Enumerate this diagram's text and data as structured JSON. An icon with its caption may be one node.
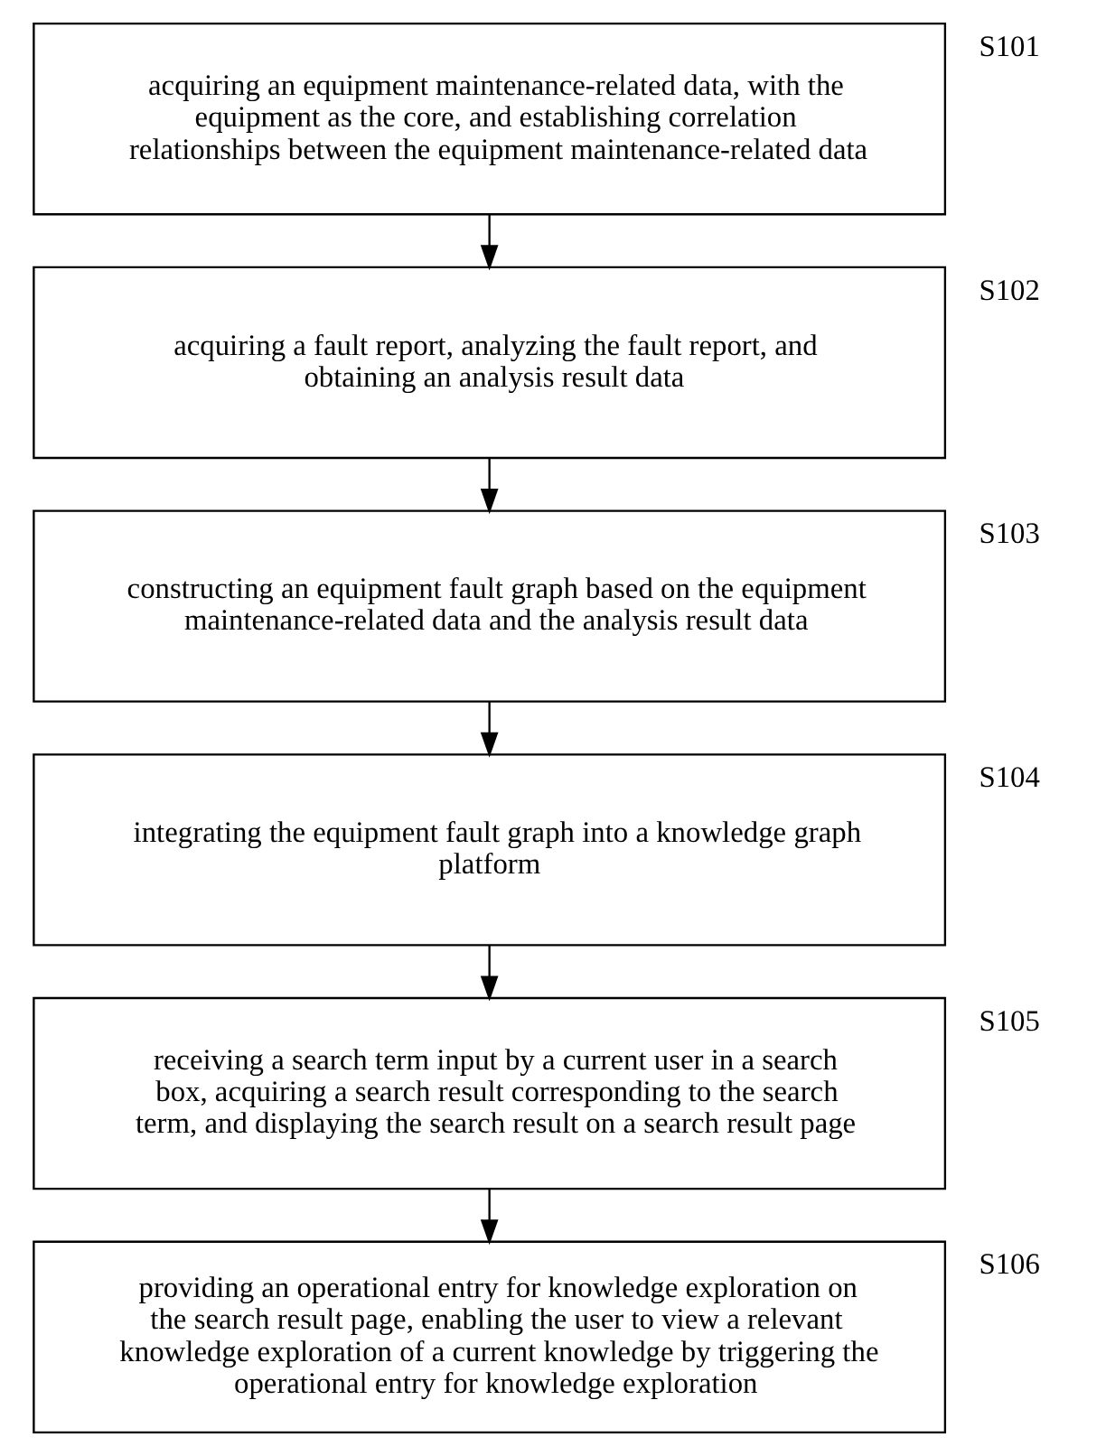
{
  "diagram": {
    "nodes": [
      {
        "text": [
          "acquiring an equipment maintenance-related data, with the equipment as the core, and establishing correlation relationships between the equipment maintenance-related data"
        ],
        "beside": [
          "S101"
        ]
      },
      {
        "text": [
          "acquiring a fault report, analyzing the fault report, and obtaining an analysis result data"
        ],
        "beside": [
          "S102"
        ]
      },
      {
        "text": [
          "constructing an equipment fault graph based on the equipment maintenance-related data and the analysis result data"
        ],
        "beside": [
          "S103"
        ]
      },
      {
        "text": [
          "integrating the equipment fault graph into a knowledge graph platform"
        ],
        "beside": [
          "S104"
        ]
      },
      {
        "text": [
          "receiving a search term input by a current user in a search box, acquiring a search result corresponding to the search term, and displaying the search result on a search result page"
        ],
        "beside": [
          "S105"
        ]
      },
      {
        "text": [
          "providing an operational entry for knowledge exploration on the search result page, enabling the user to view a relevant knowledge exploration of a current knowledge by triggering the operational entry for knowledge exploration"
        ],
        "beside": [
          "S106"
        ]
      }
    ],
    "edges": [
      {
        "from": 0,
        "to": 1,
        "arrow": "to"
      },
      {
        "from": 1,
        "to": 2,
        "arrow": "to"
      },
      {
        "from": 2,
        "to": 3,
        "arrow": "to"
      },
      {
        "from": 3,
        "to": 4,
        "arrow": "to"
      },
      {
        "from": 4,
        "to": 5,
        "arrow": "to"
      }
    ]
  }
}
